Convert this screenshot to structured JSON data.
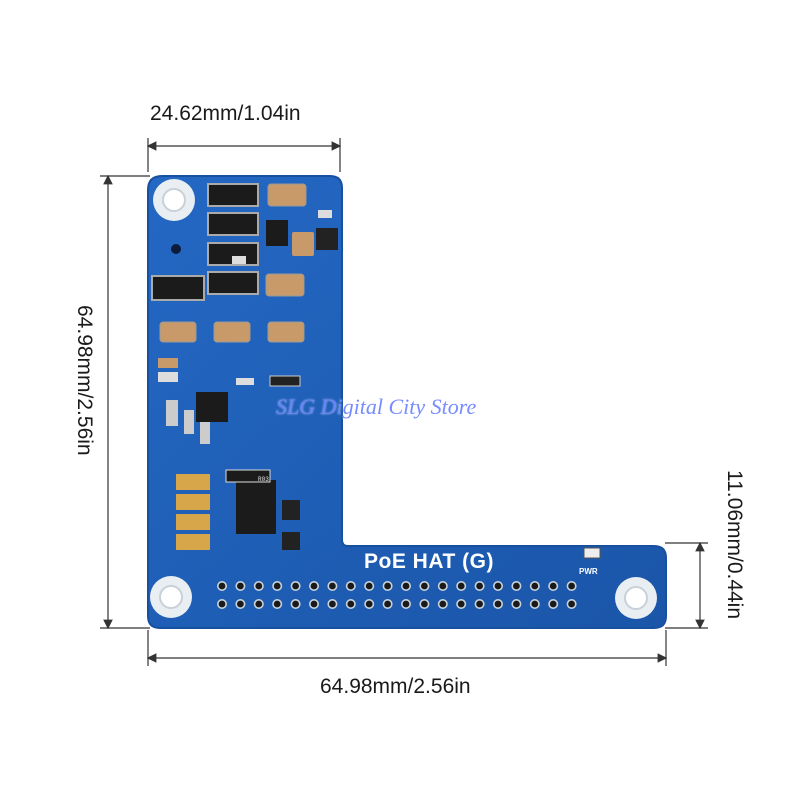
{
  "dimensions": {
    "top_width": "24.62mm/1.04in",
    "left_height": "64.98mm/2.56in",
    "right_height": "11.06mm/0.44in",
    "bottom_width": "64.98mm/2.56in"
  },
  "board": {
    "title": "PoE HAT (G)",
    "pwr_label": "PWR",
    "ic_marking": "R03"
  },
  "watermark": "SLG Digital City Store",
  "colors": {
    "pcb_blue": "#1e5fb8",
    "pcb_edge": "#17509f",
    "hole_ring": "#e9eef3",
    "pad_gold": "#d8a64a",
    "dimension_line": "#333333"
  },
  "icons": [
    "mounting-hole-icon",
    "gpio-header-icon",
    "dimension-arrow-icon"
  ]
}
